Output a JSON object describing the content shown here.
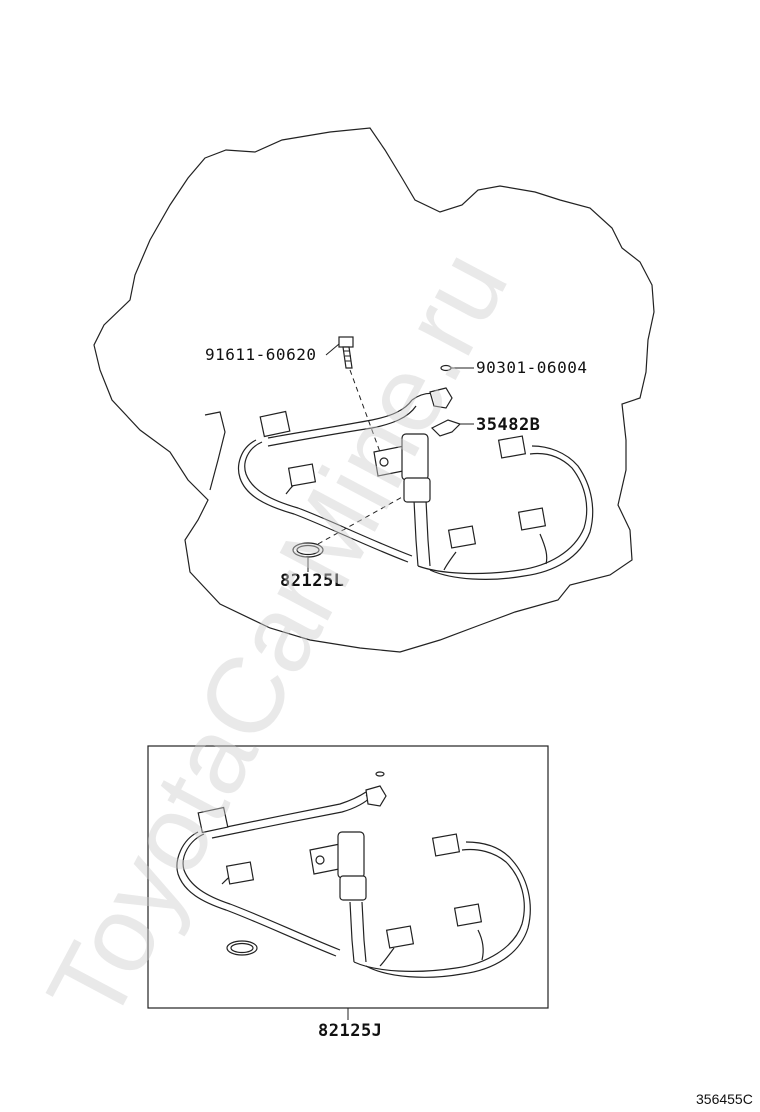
{
  "diagram": {
    "callouts": {
      "bolt": "91611-60620",
      "clip": "90301-06004",
      "bracket": "35482B",
      "oring": "82125L",
      "assembly": "82125J"
    },
    "illustration_code": "356455C",
    "watermark": "ToyotaCarMine.ru",
    "line_color": "#222222",
    "background": "#ffffff"
  }
}
